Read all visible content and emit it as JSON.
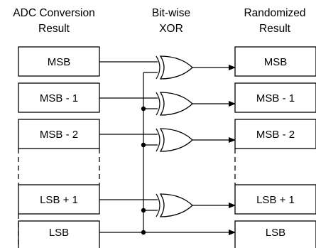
{
  "headers": {
    "left": [
      "ADC Conversion",
      "Result"
    ],
    "middle": [
      "Bit-wise",
      "XOR"
    ],
    "right": [
      "Randomized",
      "Result"
    ]
  },
  "left_cells": [
    "MSB",
    "MSB - 1",
    "MSB - 2",
    "",
    "LSB + 1",
    "LSB"
  ],
  "right_cells": [
    "MSB",
    "MSB - 1",
    "MSB - 2",
    "",
    "LSB + 1",
    "LSB"
  ],
  "gated_rows": [
    true,
    true,
    true,
    false,
    true,
    false
  ],
  "colors": {
    "line": "#000000",
    "background": "#ffffff"
  }
}
